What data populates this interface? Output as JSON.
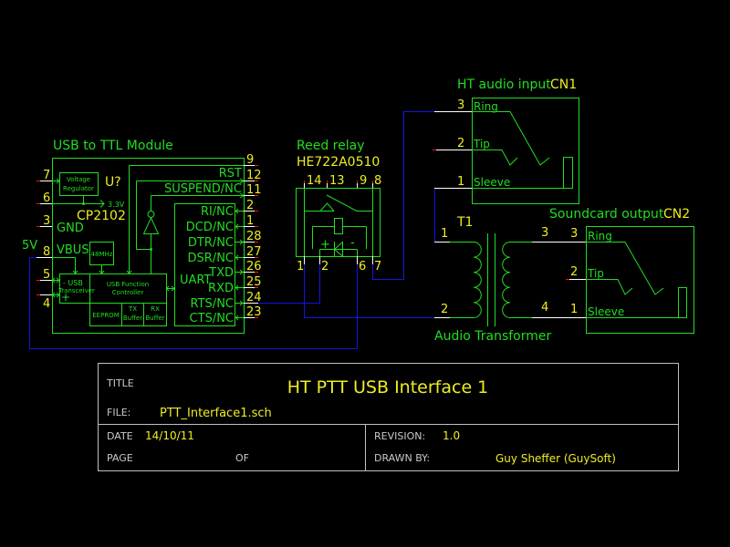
{
  "colors": {
    "background": "#000000",
    "component": "#22dd22",
    "reference": "#eeee22",
    "pin": "#ffffff",
    "unconnected_pin_tip": "#ff1010",
    "wire": "#1414e6",
    "title_block": "#c0c0c0"
  },
  "usb_module": {
    "title": "USB to TTL Module",
    "ref": "U?",
    "part": "CP2102",
    "net_5v": "5V",
    "left_pins": [
      {
        "num": "7",
        "label": ""
      },
      {
        "num": "6",
        "label": ""
      },
      {
        "num": "3",
        "label": "GND"
      },
      {
        "num": "8",
        "label": "VBUS"
      },
      {
        "num": "5",
        "label": ""
      },
      {
        "num": "4",
        "label": ""
      }
    ],
    "voltage_regulator": [
      "Voltage",
      "Regulator"
    ],
    "v33": "3.3V",
    "crystal": "48MHz",
    "usb_transceiver": [
      "- USB",
      "Transceiver",
      "+"
    ],
    "usb_function_controller": [
      "USB Function",
      "Controller"
    ],
    "eeprom": "EEPROM",
    "tx_buffer": [
      "TX",
      "Buffer"
    ],
    "rx_buffer": [
      "RX",
      "Buffer"
    ],
    "uart": "UART",
    "right_pins": [
      {
        "num": "9",
        "label": ""
      },
      {
        "num": "12",
        "label": "RST"
      },
      {
        "num": "11",
        "label": "SUSPEND/NC"
      },
      {
        "num": "2",
        "label": "RI/NC"
      },
      {
        "num": "1",
        "label": "DCD/NC"
      },
      {
        "num": "28",
        "label": "DTR/NC"
      },
      {
        "num": "27",
        "label": "DSR/NC"
      },
      {
        "num": "26",
        "label": "TXD"
      },
      {
        "num": "25",
        "label": "RXD"
      },
      {
        "num": "24",
        "label": "RTS/NC"
      },
      {
        "num": "23",
        "label": "CTS/NC"
      }
    ]
  },
  "relay": {
    "title": "Reed relay",
    "part": "HE722A0510",
    "top_pins": [
      "14",
      "13",
      "9",
      "8"
    ],
    "bottom_pins": [
      "1",
      "2",
      "6",
      "7"
    ],
    "coil_plus": "+",
    "coil_minus": "-"
  },
  "cn1": {
    "title": "HT audio input",
    "ref": "CN1",
    "pins": [
      {
        "num": "3",
        "label": "Ring"
      },
      {
        "num": "2",
        "label": "Tip"
      },
      {
        "num": "1",
        "label": "Sleeve"
      }
    ]
  },
  "transformer": {
    "ref": "T1",
    "title": "Audio Transformer",
    "pins": [
      "1",
      "2",
      "3",
      "4"
    ]
  },
  "cn2": {
    "title": "Soundcard output",
    "ref": "CN2",
    "pins": [
      {
        "num": "3",
        "label": "Ring"
      },
      {
        "num": "2",
        "label": "Tip"
      },
      {
        "num": "1",
        "label": "Sleeve"
      }
    ]
  },
  "title_block": {
    "title_label": "TITLE",
    "title": "HT PTT USB Interface 1",
    "file_label": "FILE:",
    "file": "PTT_Interface1.sch",
    "date_label": "DATE",
    "date": "14/10/11",
    "page_label": "PAGE",
    "of_label": "OF",
    "revision_label": "REVISION:",
    "revision": "1.0",
    "drawn_by_label": "DRAWN BY:",
    "drawn_by": "Guy Sheffer (GuySoft)"
  }
}
